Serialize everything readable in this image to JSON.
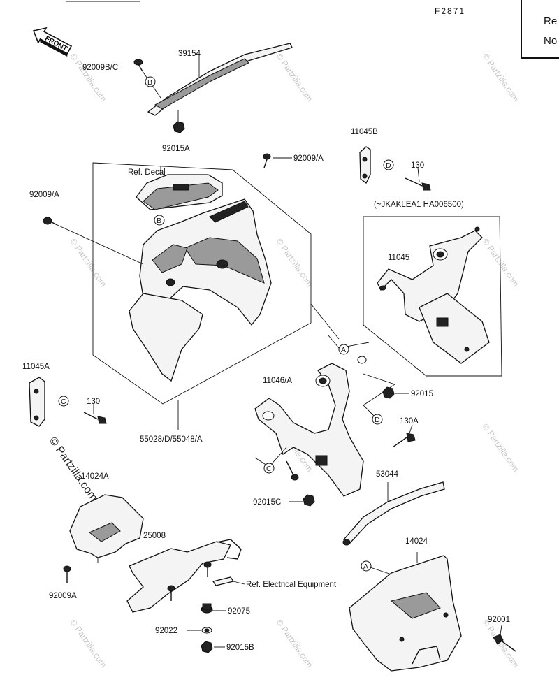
{
  "figure_code": "F2871",
  "corner_box": {
    "line1": "Re",
    "line2": "No"
  },
  "front_arrow_label": "FRONT",
  "watermark": "© Partzilla.com",
  "part_labels": {
    "p92009bc": "92009B/C",
    "p39154": "39154",
    "p92015a": "92015A",
    "p92009a_top": "92009/A",
    "ref_decal": "Ref. Decal",
    "p92009a_left": "92009/A",
    "p11045b": "11045B",
    "p130_top": "130",
    "jk_range": "(~JKAKLEA1 HA006500)",
    "p11045": "11045",
    "p11045a": "11045A",
    "p130_left": "130",
    "p55028": "55028/D/55048/A",
    "p11046a": "11046/A",
    "p92015": "92015",
    "p130a": "130A",
    "p53044": "53044",
    "p92015c": "92015C",
    "p14024a": "14024A",
    "p25008": "25008",
    "ref_elec": "Ref. Electrical Equipment",
    "p92009a_low": "92009A",
    "p92075": "92075",
    "p92022": "92022",
    "p92015b": "92015B",
    "p14024": "14024",
    "p92001": "92001"
  },
  "callouts": {
    "b1": "B",
    "b2": "B",
    "d1": "D",
    "d2": "D",
    "c1": "C",
    "c2": "C",
    "a1": "A",
    "a2": "A"
  }
}
